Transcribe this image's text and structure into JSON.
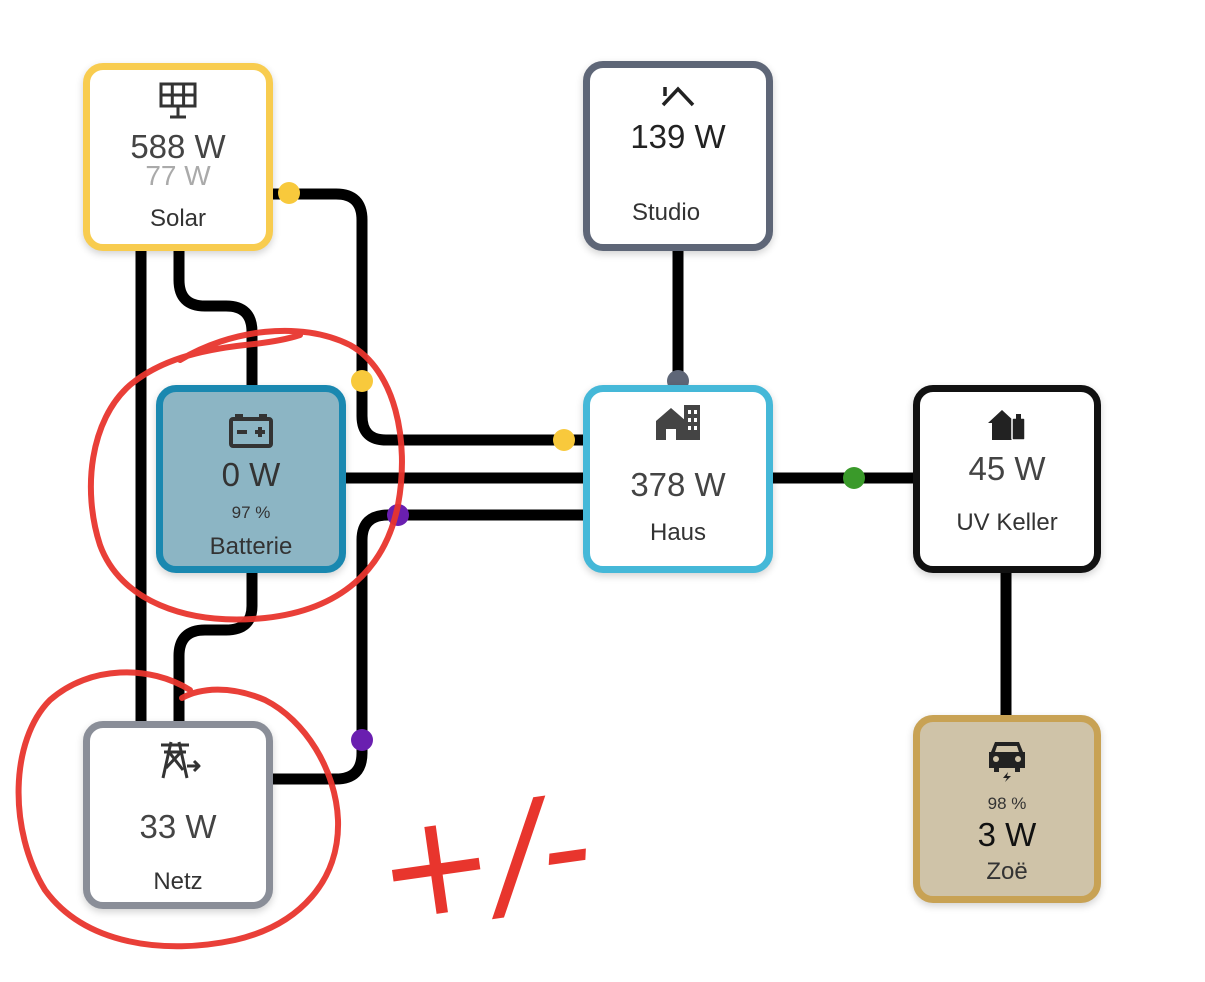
{
  "colors": {
    "wire": "#000000",
    "solar": "#f8cc4f",
    "battery_border": "#1a88b0",
    "battery_fill": "#8cb5c4",
    "home": "#45b8d8",
    "grid": "#8a8e98",
    "studio": "#5e6677",
    "uv_keller": "#111111",
    "car_border": "#c8a254",
    "car_fill": "#cfc3a8",
    "dot_solar": "#f8c93c",
    "dot_grid": "#6a1fb0",
    "dot_keller": "#3a9a2a",
    "dot_studio": "#5e6677",
    "marker": "#e8352d"
  },
  "solar": {
    "icon": "solar-panel-icon",
    "value": "588 W",
    "secondary": "77 W",
    "label": "Solar"
  },
  "battery": {
    "icon": "battery-icon",
    "value": "0 W",
    "percent": "97 %",
    "label": "Batterie"
  },
  "grid": {
    "icon": "transmission-tower-icon",
    "value": "33 W",
    "label": "Netz"
  },
  "home": {
    "icon": "home-city-icon",
    "value": "378 W",
    "label": "Haus"
  },
  "studio": {
    "icon": "roof-icon",
    "value": "139 W",
    "label": "Studio"
  },
  "uv_keller": {
    "icon": "home-battery-icon",
    "value": "45 W",
    "label": "UV Keller"
  },
  "car": {
    "icon": "car-electric-icon",
    "percent": "98 %",
    "value": "3 W",
    "label": "Zoë"
  },
  "annotation": {
    "text": "+/-"
  }
}
